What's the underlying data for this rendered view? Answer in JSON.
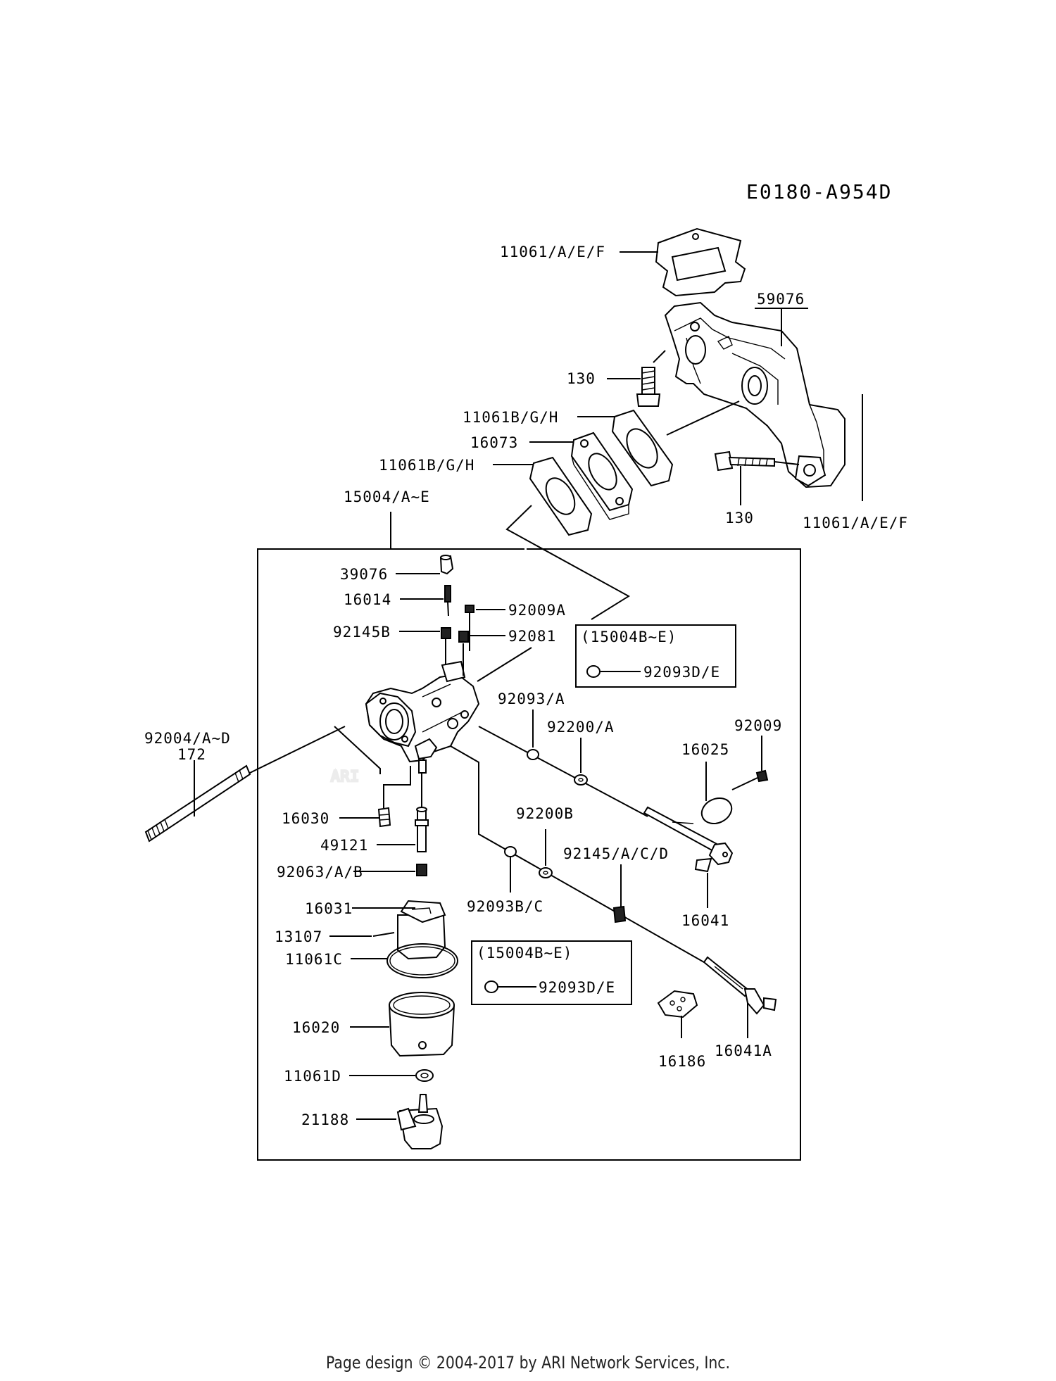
{
  "diagram_ref": "E0180-A954D",
  "watermark": "ARI",
  "labels": {
    "l11061aef_top": "11061/A/E/F",
    "l59076": "59076",
    "l130_top": "130",
    "l11061bgh_1": "11061B/G/H",
    "l16073": "16073",
    "l11061bgh_2": "11061B/G/H",
    "l15004ae": "15004/A~E",
    "l130_bottom": "130",
    "l11061aef_right": "11061/A/E/F",
    "l39076": "39076",
    "l16014": "16014",
    "l92009a": "92009A",
    "l92145b": "92145B",
    "l92081": "92081",
    "l15004be_1": "(15004B~E)",
    "l92093de_1": "92093D/E",
    "l92093a": "92093/A",
    "l92200a": "92200/A",
    "l92009": "92009",
    "l16025": "16025",
    "l92004ad": "92004/A~D",
    "l172": "172",
    "l16030": "16030",
    "l49121": "49121",
    "l92063ab": "92063/A/B",
    "l92200b": "92200B",
    "l92145acd": "92145/A/C/D",
    "l92093bc": "92093B/C",
    "l16041": "16041",
    "l16031": "16031",
    "l13107": "13107",
    "l11061c": "11061C",
    "l15004be_2": "(15004B~E)",
    "l92093de_2": "92093D/E",
    "l16020": "16020",
    "l16186": "16186",
    "l16041a": "16041A",
    "l11061d": "11061D",
    "l21188": "21188"
  },
  "footer": "Page design © 2004-2017 by ARI Network Services, Inc."
}
